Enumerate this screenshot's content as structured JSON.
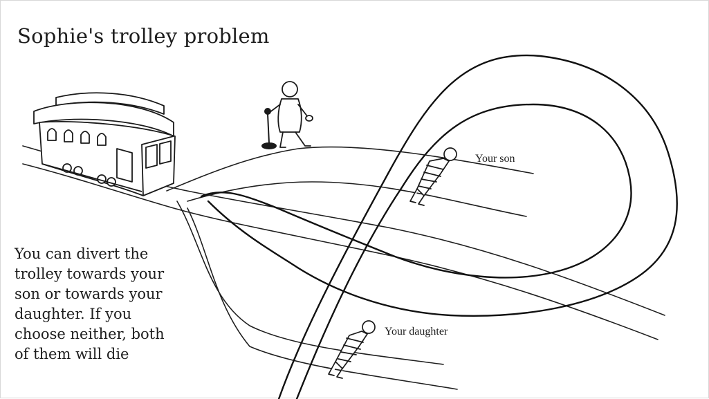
{
  "title": "Sophie's trolley problem",
  "description_lines": [
    "You can divert the",
    "trolley towards your",
    "son or towards your",
    "daughter. If you",
    "choose neither, both",
    "of them will die"
  ],
  "labels": {
    "son": "Your son",
    "daughter": "Your daughter"
  }
}
